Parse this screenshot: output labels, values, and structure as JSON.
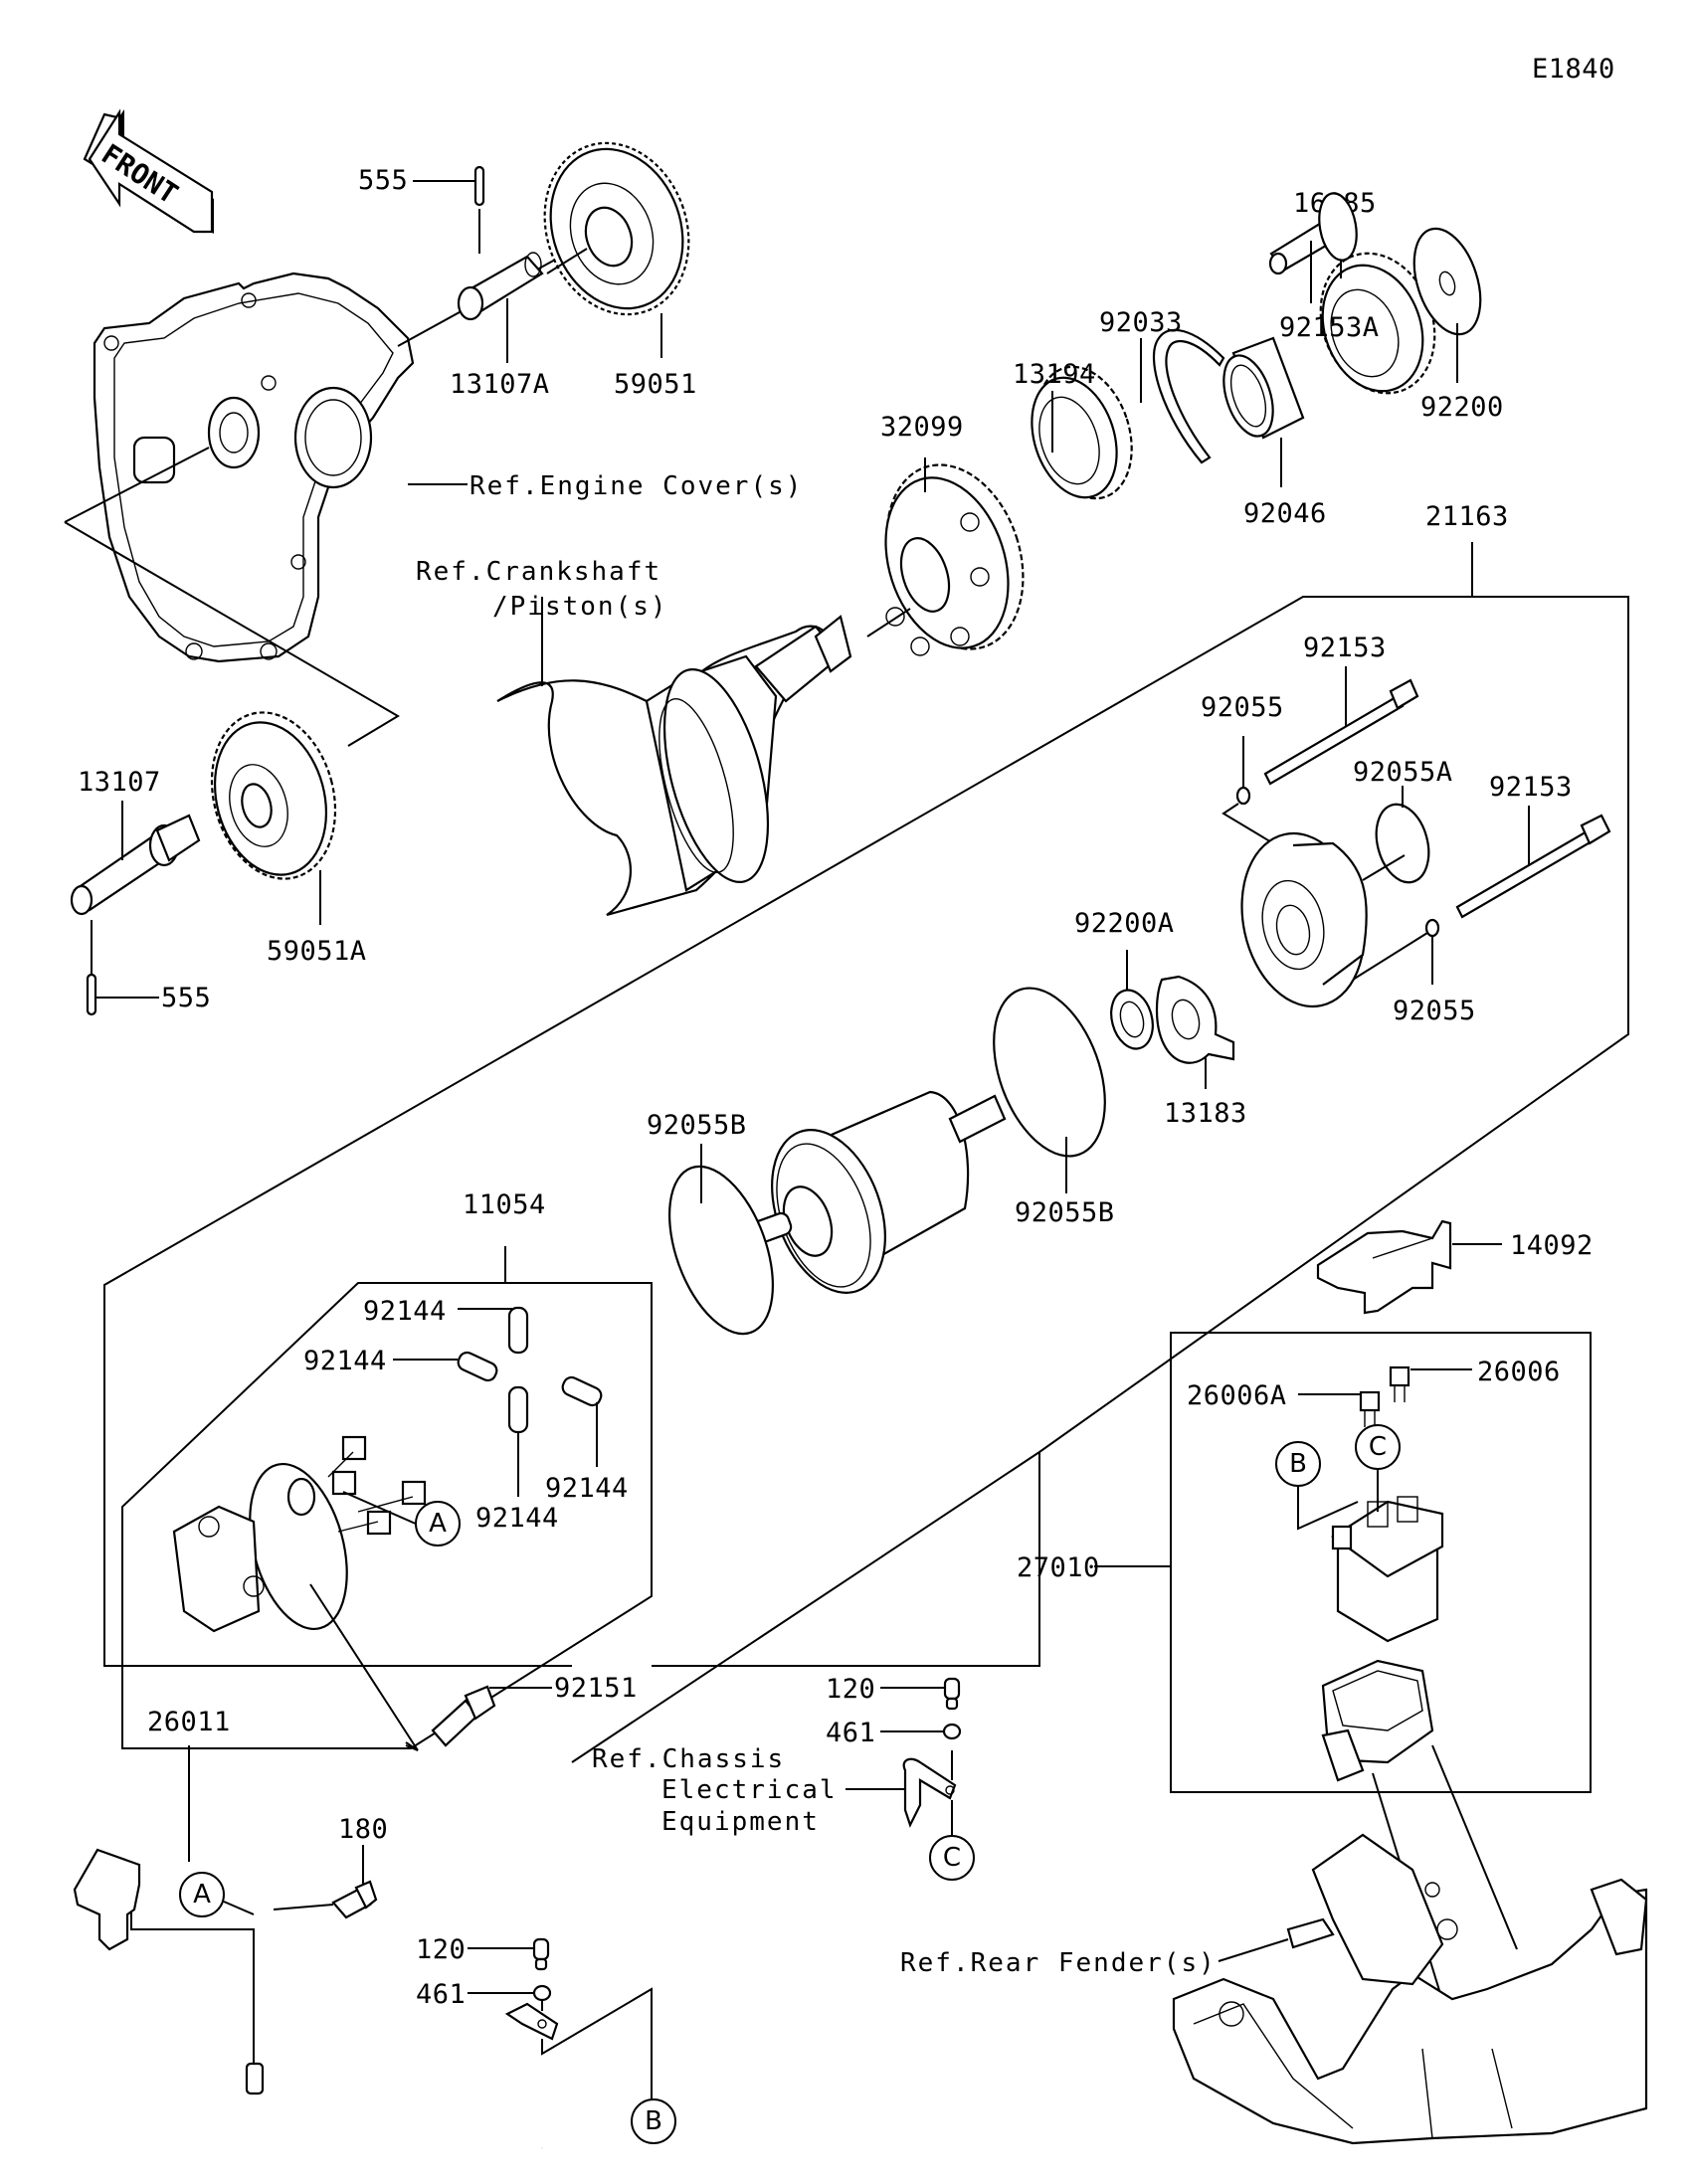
{
  "diagram": {
    "code": "E1840",
    "direction_label": "FRONT",
    "parts": {
      "p555_top": "555",
      "p13107A": "13107A",
      "p59051": "59051",
      "p16085": "16085",
      "p92153A": "92153A",
      "p92033": "92033",
      "p13194": "13194",
      "p92200": "92200",
      "p32099": "32099",
      "p92046": "92046",
      "p21163": "21163",
      "p92153_a": "92153",
      "p92055_a": "92055",
      "p92055A": "92055A",
      "p92153_b": "92153",
      "p13107": "13107",
      "p59051A": "59051A",
      "p555_bottom": "555",
      "p92200A": "92200A",
      "p92055_b": "92055",
      "p13183": "13183",
      "p92055B_left": "92055B",
      "p92055B_right": "92055B",
      "p11054": "11054",
      "p14092": "14092",
      "p92144_1": "92144",
      "p92144_2": "92144",
      "p92144_3": "92144",
      "p92144_4": "92144",
      "p26006A": "26006A",
      "p26006": "26006",
      "p27010": "27010",
      "p92151": "92151",
      "p26011": "26011",
      "p180": "180",
      "p120_upper": "120",
      "p461_upper": "461",
      "p120_lower": "120",
      "p461_lower": "461"
    },
    "references": {
      "engine_cover": "Ref.Engine Cover(s)",
      "crankshaft_line1": "Ref.Crankshaft",
      "crankshaft_line2": "/Piston(s)",
      "chassis_line1": "Ref.Chassis",
      "chassis_line2": "Electrical",
      "chassis_line3": "Equipment",
      "rear_fender": "Ref.Rear Fender(s)"
    },
    "callouts": {
      "A_brush": "A",
      "A_cable": "A",
      "B_relay": "B",
      "B_cable": "B",
      "C_relay": "C",
      "C_chassis": "C"
    }
  }
}
